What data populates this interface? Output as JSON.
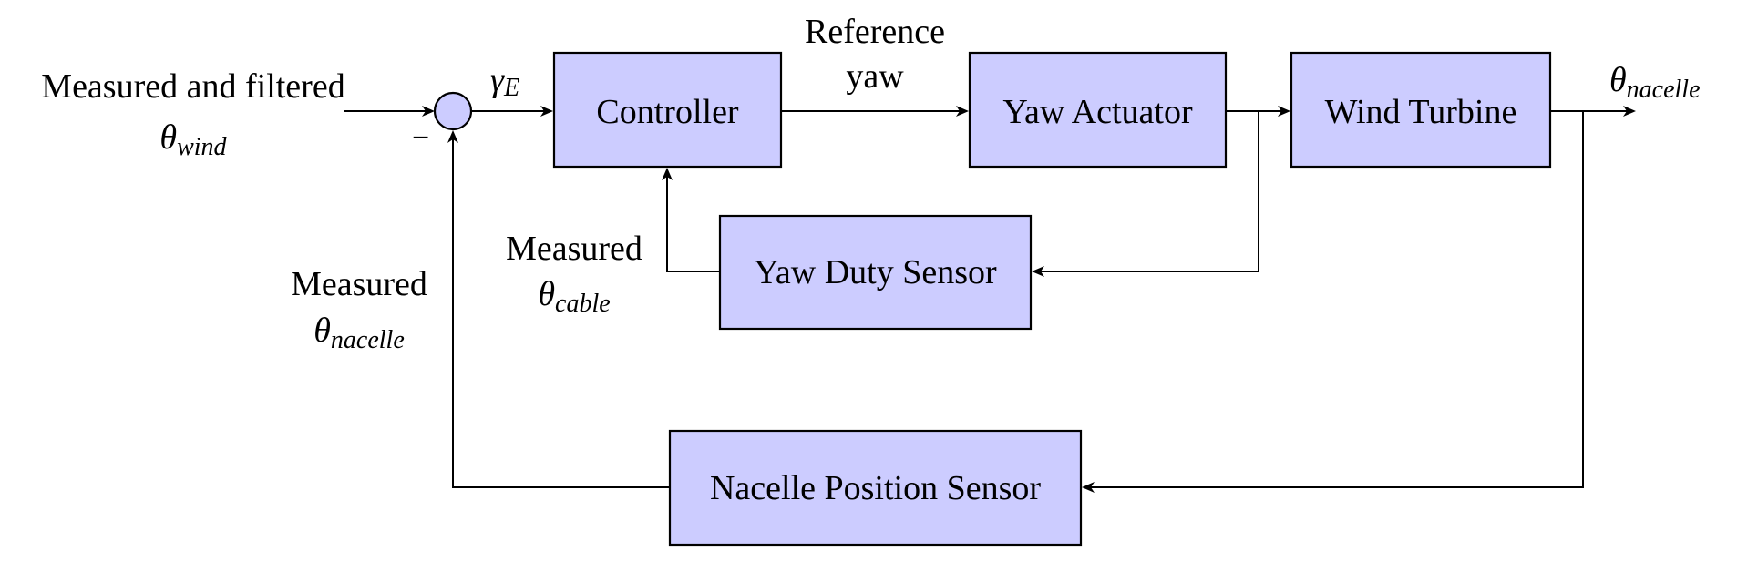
{
  "diagram": {
    "title": "",
    "blocks": {
      "controller": {
        "label": "Controller"
      },
      "yaw_actuator": {
        "label": "Yaw Actuator"
      },
      "wind_turbine": {
        "label": "Wind Turbine"
      },
      "yaw_duty_sensor": {
        "label": "Yaw Duty Sensor"
      },
      "nacelle_position_sensor": {
        "label": "Nacelle Position Sensor"
      }
    },
    "summing_junction": {
      "sign_feedback": "−"
    },
    "signals": {
      "input": {
        "line1": "Measured and filtered",
        "symbol": "θ",
        "subscript": "wind"
      },
      "error": {
        "symbol": "γ",
        "subscript": "E"
      },
      "reference_yaw": {
        "line1": "Reference",
        "line2": "yaw"
      },
      "output": {
        "symbol": "θ",
        "subscript": "nacelle"
      },
      "cable_feedback": {
        "line1": "Measured",
        "symbol": "θ",
        "subscript": "cable"
      },
      "nacelle_feedback": {
        "line1": "Measured",
        "symbol": "θ",
        "subscript": "nacelle"
      }
    },
    "colors": {
      "block_fill": "#ccccff",
      "stroke": "#000000"
    }
  }
}
